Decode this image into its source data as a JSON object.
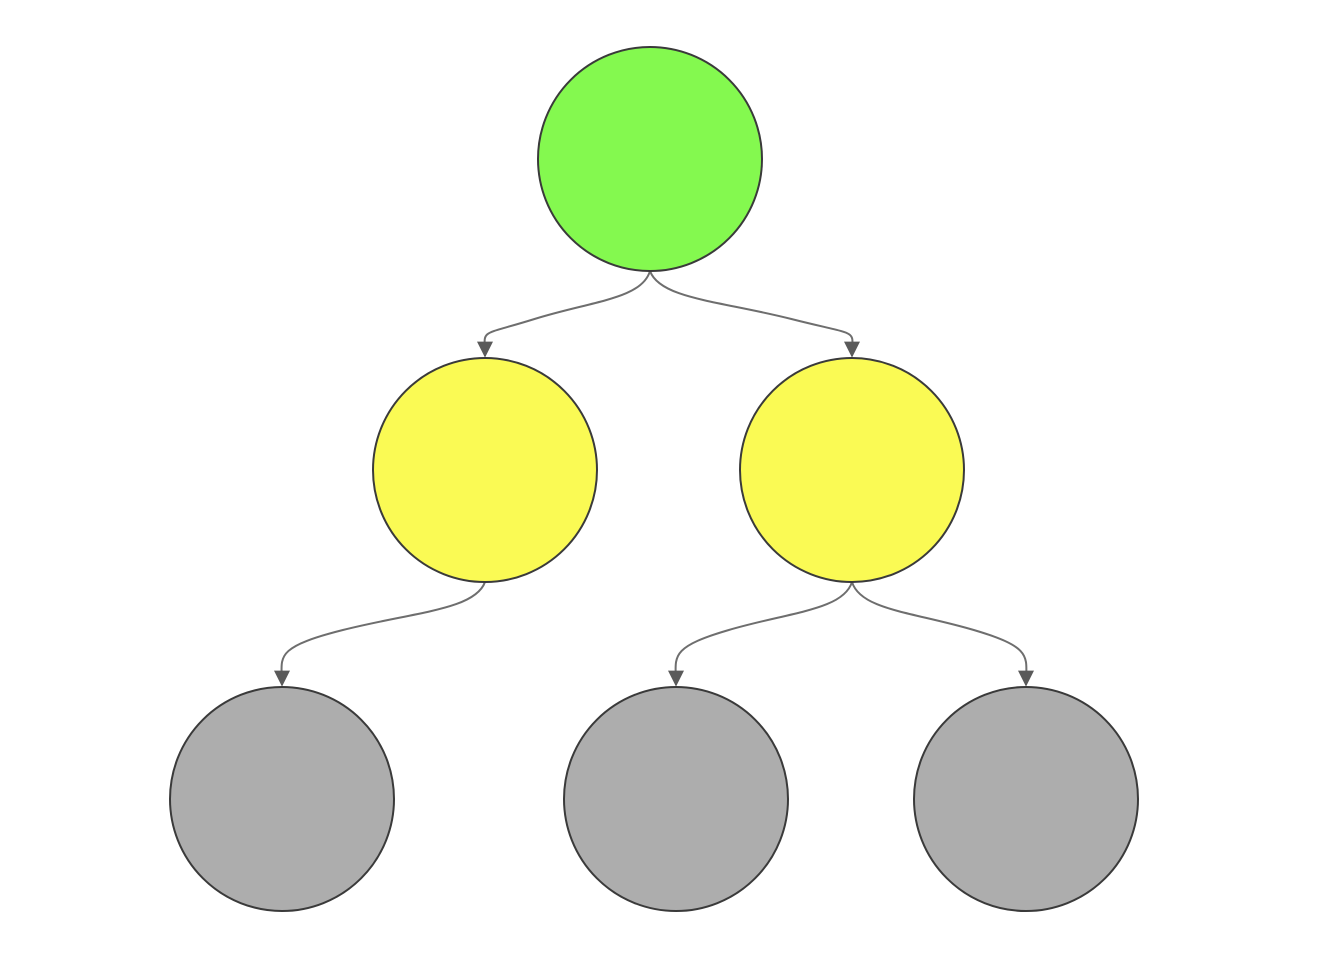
{
  "diagram": {
    "type": "tree",
    "colors": {
      "background": "#ffffff",
      "root_fill": "#84f94f",
      "middle_fill": "#fafa54",
      "leaf_fill": "#adadad",
      "node_stroke": "#3a3a3a",
      "edge_stroke": "#6e6e6e"
    },
    "nodes": [
      {
        "id": "root",
        "level": 0,
        "fill_key": "root_fill"
      },
      {
        "id": "mid-left",
        "level": 1,
        "fill_key": "middle_fill"
      },
      {
        "id": "mid-right",
        "level": 1,
        "fill_key": "middle_fill"
      },
      {
        "id": "leaf-1",
        "level": 2,
        "fill_key": "leaf_fill"
      },
      {
        "id": "leaf-2",
        "level": 2,
        "fill_key": "leaf_fill"
      },
      {
        "id": "leaf-3",
        "level": 2,
        "fill_key": "leaf_fill"
      }
    ],
    "edges": [
      {
        "from": "root",
        "to": "mid-left"
      },
      {
        "from": "root",
        "to": "mid-right"
      },
      {
        "from": "mid-left",
        "to": "leaf-1"
      },
      {
        "from": "mid-right",
        "to": "leaf-2"
      },
      {
        "from": "mid-right",
        "to": "leaf-3"
      }
    ]
  }
}
